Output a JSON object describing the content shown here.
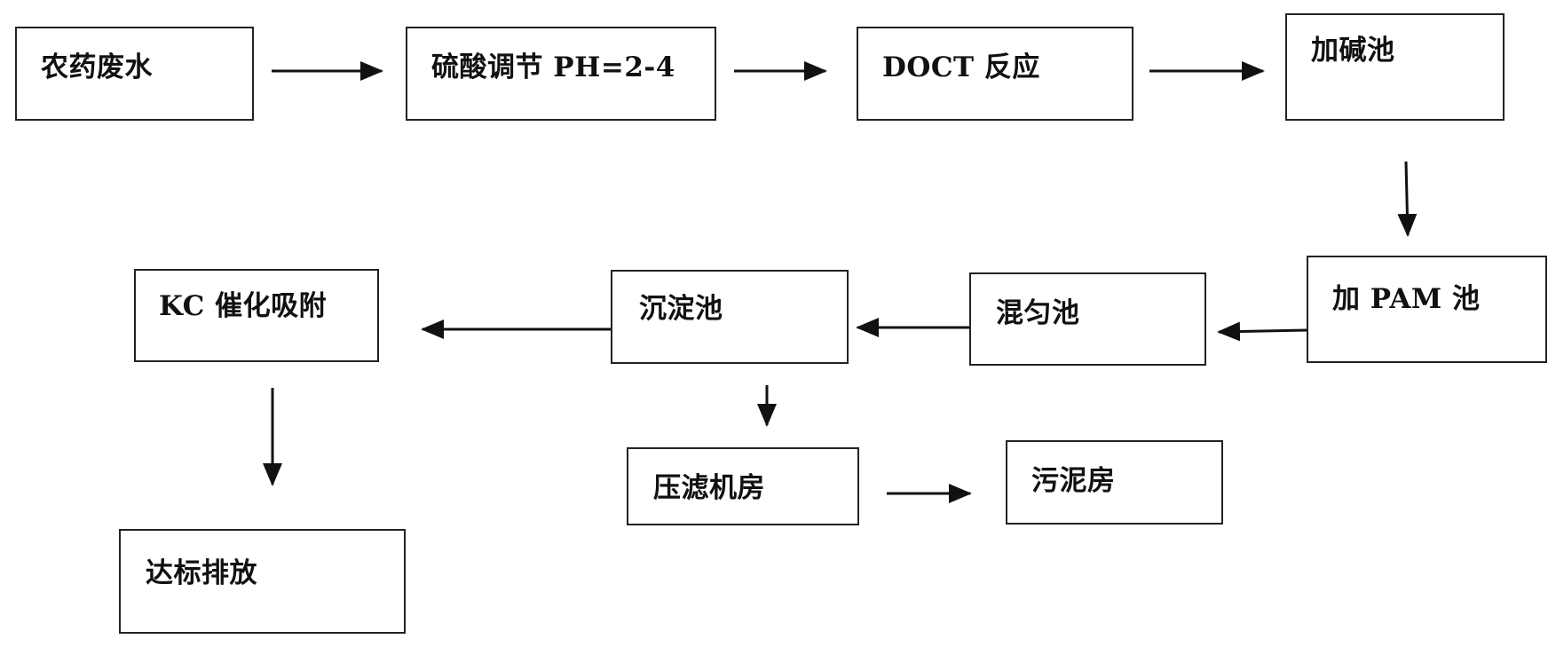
{
  "nodes": {
    "wastewater": "农药废水",
    "acid_adjust": "硫酸调节 PH=2-4",
    "doct_reaction": "DOCT 反应",
    "alkali_pool": "加碱池",
    "pam_pool": "加 PAM 池",
    "mixing_pool": "混匀池",
    "sedimentation_pool": "沉淀池",
    "kc_adsorption": "KC 催化吸附",
    "compliant_discharge": "达标排放",
    "filter_press_room": "压滤机房",
    "sludge_room": "污泥房"
  }
}
